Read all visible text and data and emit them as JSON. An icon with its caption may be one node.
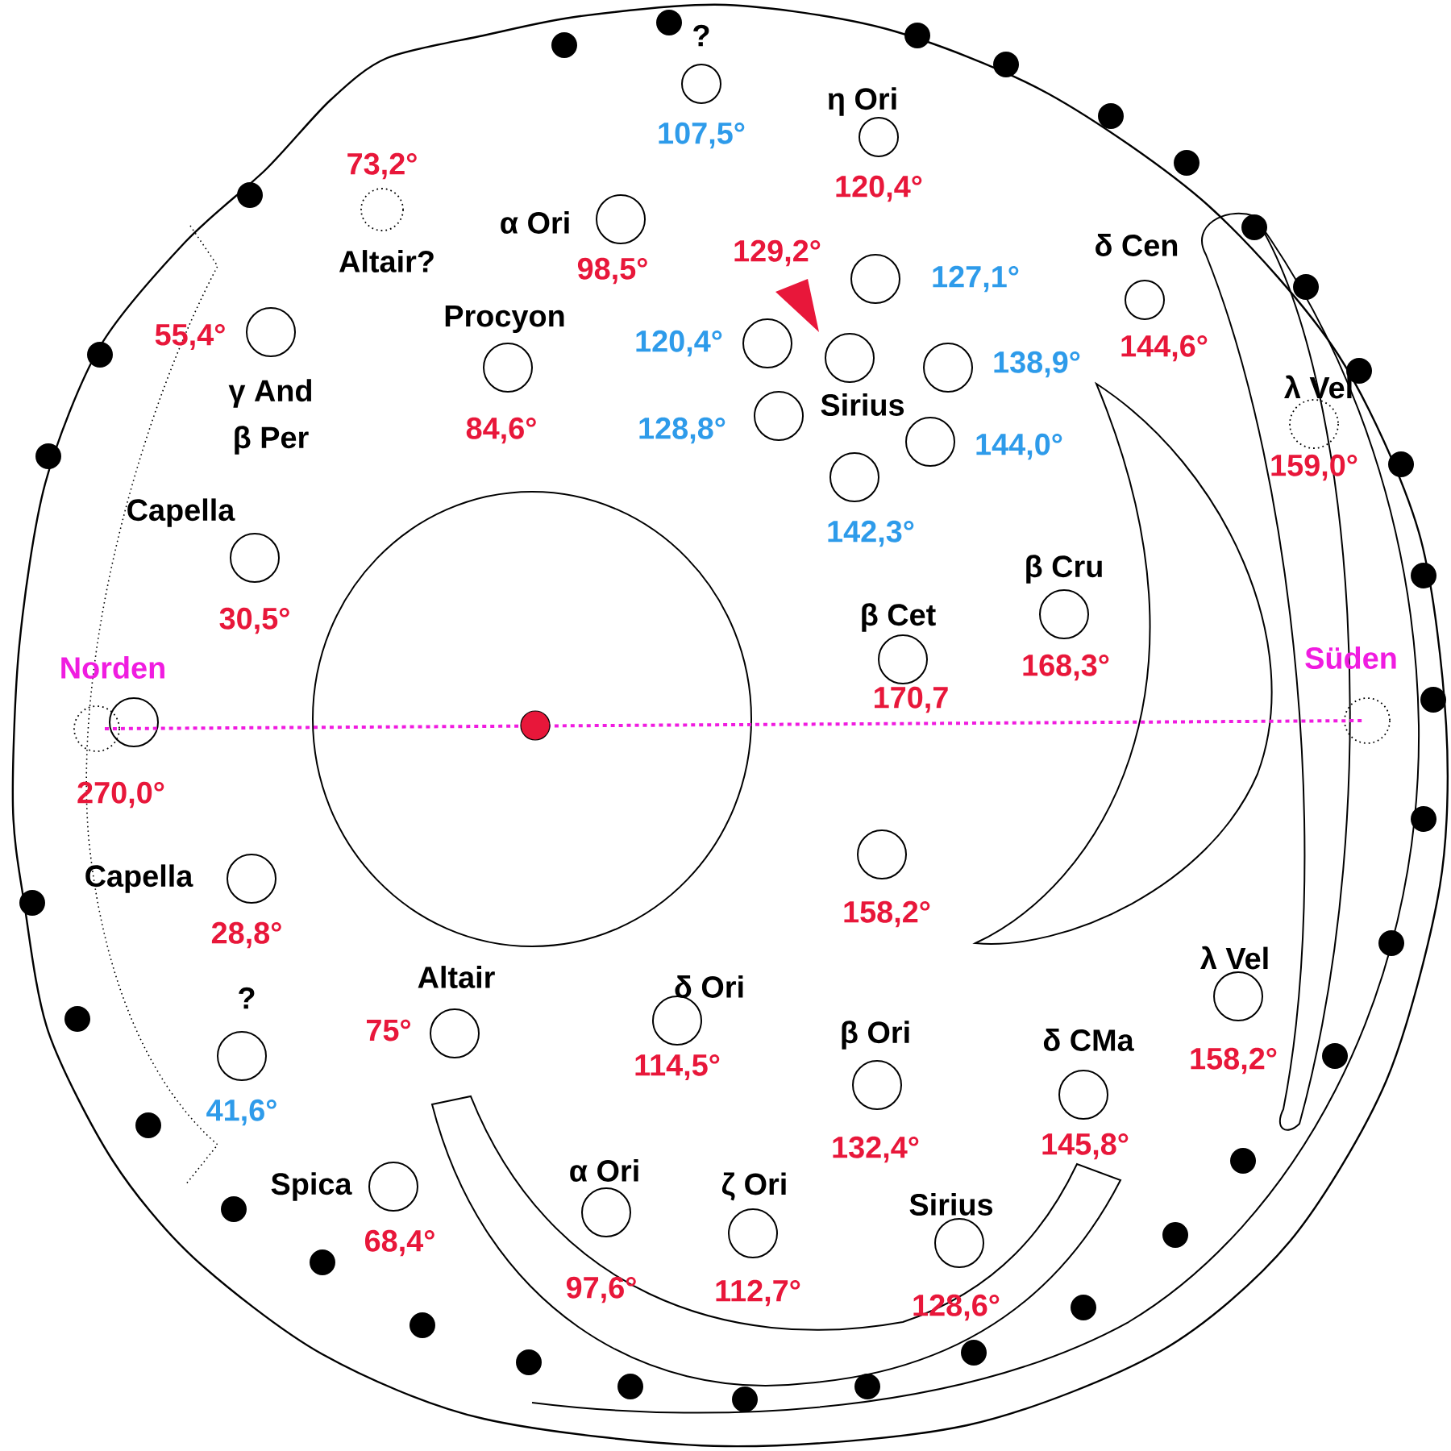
{
  "diagram": {
    "labels": [
      "?",
      "107,5°",
      "η Ori",
      "120,4°",
      "73,2°",
      "α Ori",
      "98,5°",
      "129,2°",
      "127,1°",
      "δ Cen",
      "144,6°",
      "Altair?",
      "55,4°",
      "Procyon",
      "120,4°",
      "138,9°",
      "λ Vel",
      "Sirius",
      "γ And",
      "β Per",
      "84,6°",
      "128,8°",
      "144,0°",
      "159,0°",
      "142,3°",
      "Capella",
      "30,5°",
      "β Cru",
      "β Cet",
      "168,3°",
      "Norden",
      "Süden",
      "170,7",
      "270,0°",
      "Capella",
      "158,2°",
      "28,8°",
      "?",
      "Altair",
      "75°",
      "δ Ori",
      "λ Vel",
      "158,2°",
      "β Ori",
      "δ CMa",
      "41,6°",
      "114,5°",
      "132,4°",
      "145,8°",
      "Spica",
      "α Ori",
      "ζ Ori",
      "Sirius",
      "68,4°",
      "97,6°",
      "112,7°",
      "128,6°"
    ]
  }
}
